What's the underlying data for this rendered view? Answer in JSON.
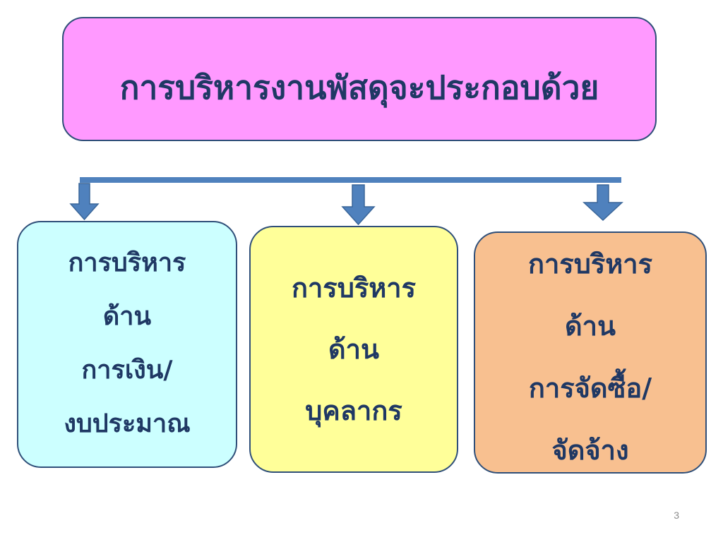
{
  "title": "การบริหารงานพัสดุจะประกอบด้วย",
  "boxes": [
    {
      "lines": [
        "การบริหาร",
        "ด้าน",
        "การเงิน/",
        "งบประมาณ"
      ],
      "color": "#ccffff"
    },
    {
      "lines": [
        "การบริหาร",
        "ด้าน",
        "บุคลากร"
      ],
      "color": "#ffff99"
    },
    {
      "lines": [
        "การบริหาร",
        "ด้าน",
        "การจัดซื้อ/",
        "จัดจ้าง"
      ],
      "color": "#f8c090"
    }
  ],
  "colors": {
    "title_fill": "#ff99ff",
    "text": "#1f3864",
    "border": "#2f4f79",
    "connector": "#4f81bd"
  },
  "page_number": "3"
}
